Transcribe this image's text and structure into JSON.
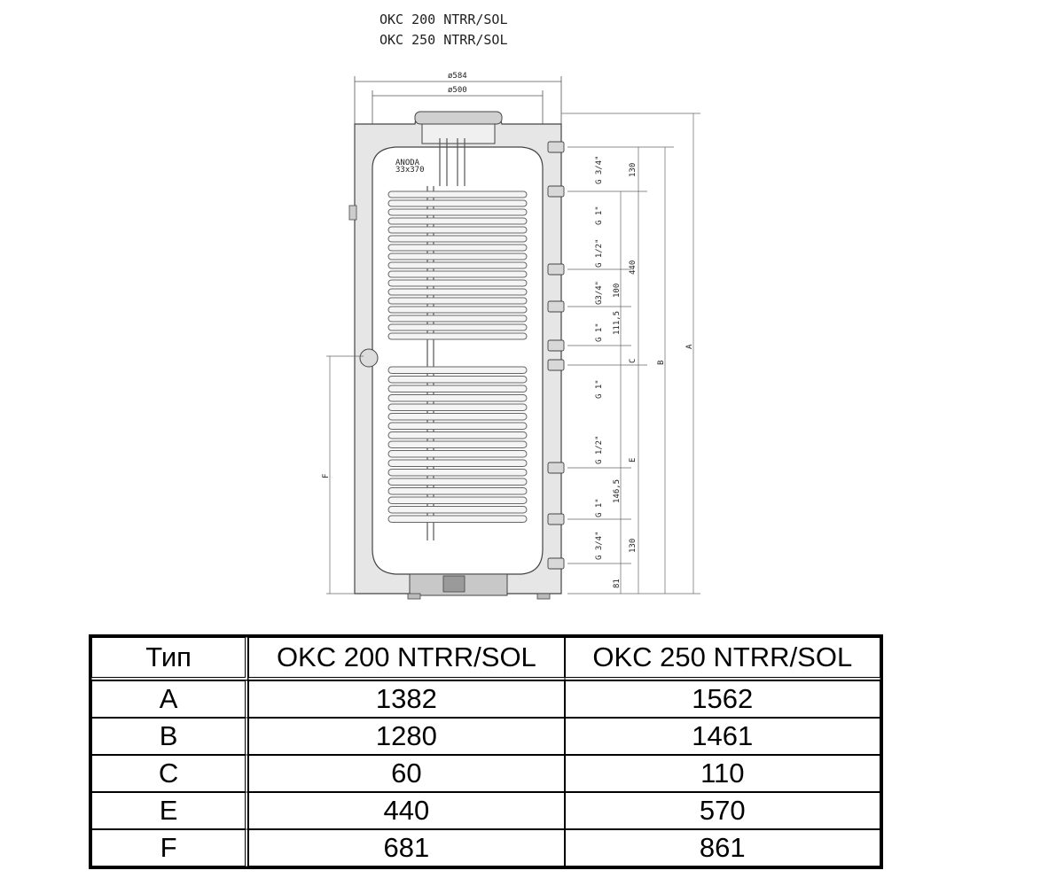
{
  "drawing": {
    "titles": [
      "OKC 200 NTRR/SOL",
      "OKC 250 NTRR/SOL"
    ],
    "diameter_outer": "ø584",
    "diameter_inner": "ø500",
    "anode_label_1": "ANODA",
    "anode_label_2": "33x370",
    "thread_labels": [
      "G 3/4\"",
      "G 1\"",
      "G 1/2\"",
      "G3/4\"",
      "G 1\"",
      "G 1\"",
      "G 1/2\"",
      "G 1\"",
      "G 3/4\""
    ],
    "dimension_values": [
      "130",
      "440",
      "100",
      "111,5",
      "146,5",
      "130",
      "81"
    ],
    "dimension_letters": [
      "C",
      "E",
      "B",
      "A",
      "F"
    ]
  },
  "table": {
    "header": [
      "Тип",
      "OKC 200 NTRR/SOL",
      "OKC 250 NTRR/SOL"
    ],
    "rows": [
      [
        "A",
        "1382",
        "1562"
      ],
      [
        "B",
        "1280",
        "1461"
      ],
      [
        "C",
        "60",
        "110"
      ],
      [
        "E",
        "440",
        "570"
      ],
      [
        "F",
        "681",
        "861"
      ]
    ]
  }
}
